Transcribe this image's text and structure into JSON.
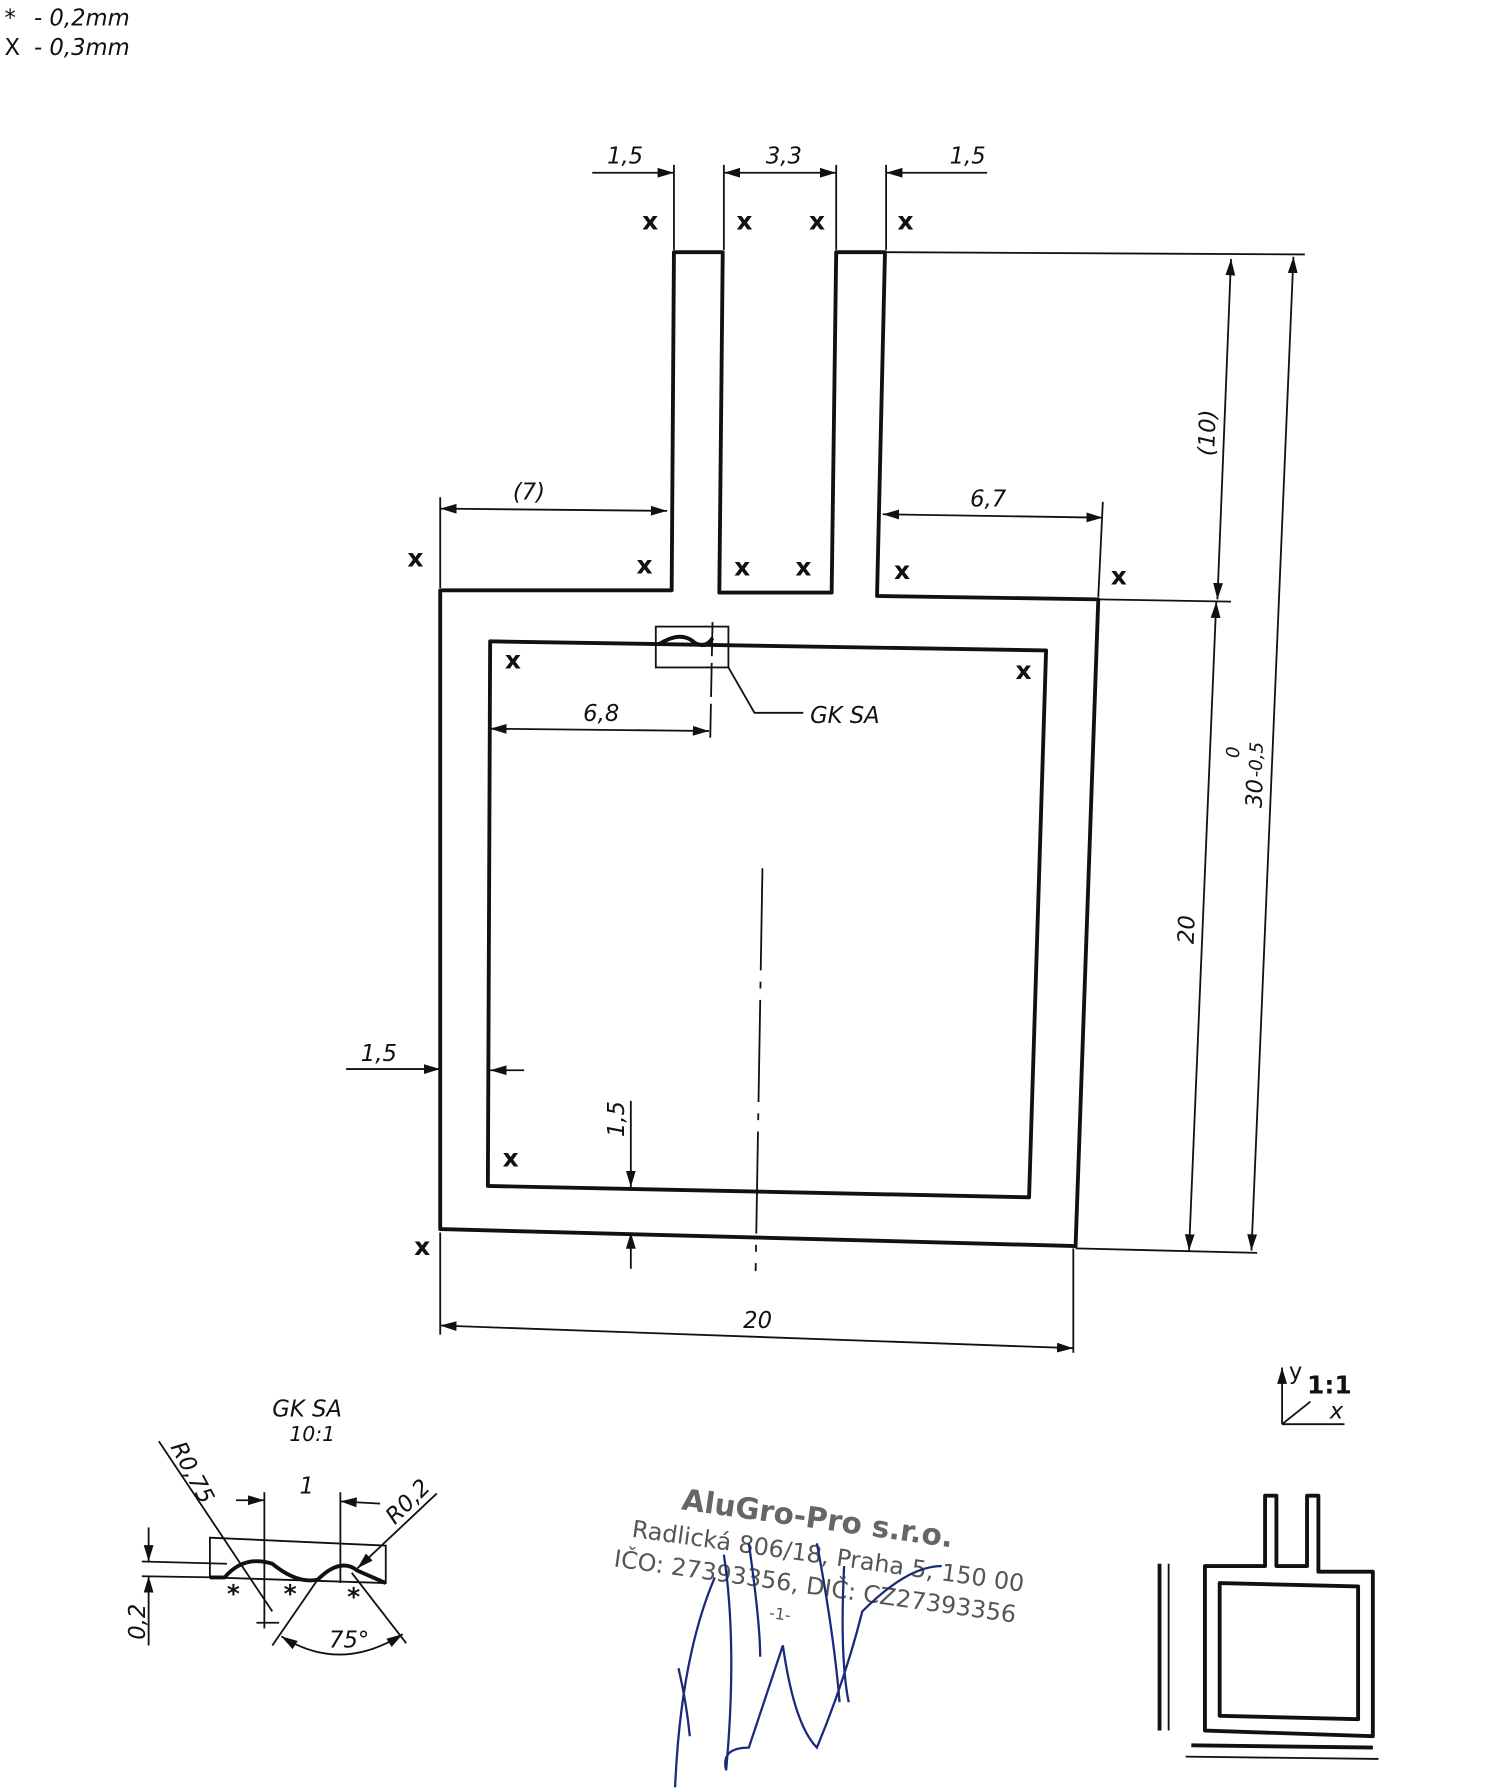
{
  "legend": {
    "star_symbol": "*",
    "star_value": "- 0,2mm",
    "x_symbol": "X",
    "x_value": "- 0,3mm"
  },
  "dimensions": {
    "top_left_slot": "1,5",
    "top_gap": "3,3",
    "top_right_slot": "1,5",
    "left_shoulder": "(7)",
    "right_shoulder": "6,7",
    "tab_height": "(10)",
    "total_height": "30",
    "total_height_tol_upper": "0",
    "total_height_tol_lower": "-0,5",
    "body_height": "20",
    "body_width": "20",
    "wall_left": "1,5",
    "wall_bottom": "1,5",
    "groove_offset": "6,8",
    "detail_ref": "GK SA"
  },
  "x_marker": "x",
  "detail": {
    "title": "GK SA",
    "scale": "10:1",
    "radius_large": "R0,75",
    "radius_small": "R0,2",
    "width": "1",
    "depth": "0,2",
    "angle": "75°",
    "star": "*"
  },
  "scale_badge": {
    "scale": "1:1",
    "axis_y": "y",
    "axis_x": "x"
  },
  "stamp": {
    "company": "AluGro-Pro s.r.o.",
    "address": "Radlická 806/18, Praha 5, 150 00",
    "ids": "IČO: 27393356, DIČ: CZ27393356",
    "page": "-1-"
  },
  "colors": {
    "ink": "#111111",
    "signature": "#1a2a7a",
    "stamp": "#555555"
  }
}
